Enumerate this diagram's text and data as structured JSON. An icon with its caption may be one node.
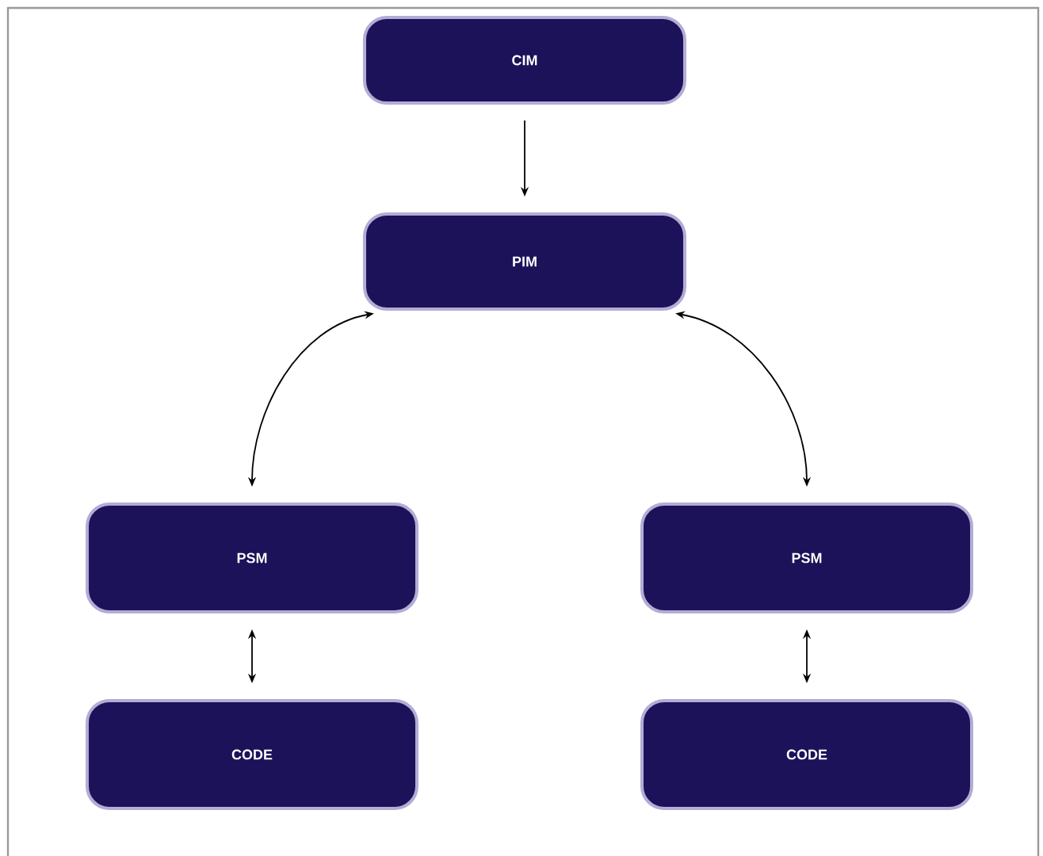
{
  "diagram": {
    "nodes": [
      {
        "text": [
          "CIM"
        ]
      },
      {
        "text": [
          "PIM"
        ]
      },
      {
        "text": [
          "PSM"
        ]
      },
      {
        "text": [
          "PSM"
        ]
      },
      {
        "text": [
          "CODE"
        ]
      },
      {
        "text": [
          "CODE"
        ]
      }
    ],
    "edges": [
      {
        "from": 0,
        "to": 1,
        "arrow": "to"
      },
      {
        "from": 1,
        "to": 2,
        "arrow": "both"
      },
      {
        "from": 1,
        "to": 3,
        "arrow": "both"
      },
      {
        "from": 2,
        "to": 4,
        "arrow": "both"
      },
      {
        "from": 3,
        "to": 5,
        "arrow": "both"
      }
    ]
  }
}
